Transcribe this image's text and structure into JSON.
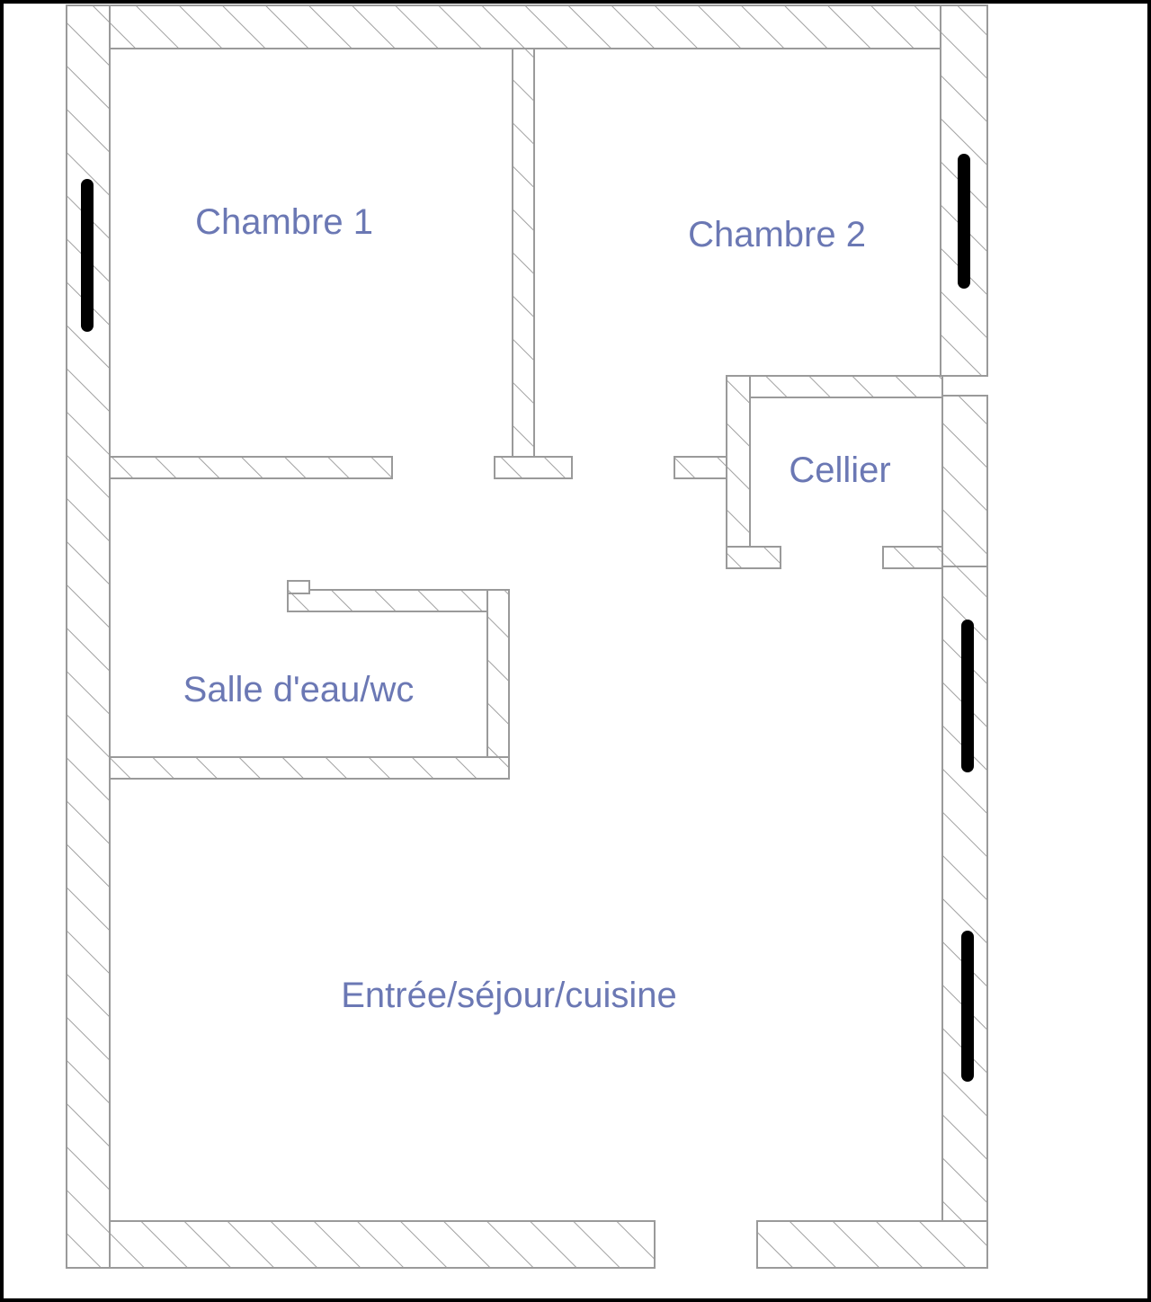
{
  "colors": {
    "label": "#6b78b4",
    "wall_stroke": "#9a9a9a",
    "window": "#000000",
    "background": "#ffffff"
  },
  "rooms": [
    {
      "key": "chambre-1",
      "label": "Chambre 1"
    },
    {
      "key": "chambre-2",
      "label": "Chambre 2"
    },
    {
      "key": "cellier",
      "label": "Cellier"
    },
    {
      "key": "salle-deau-wc",
      "label": "Salle d'eau/wc"
    },
    {
      "key": "entree-sejour-cuisine",
      "label": "Entrée/séjour/cuisine"
    }
  ]
}
